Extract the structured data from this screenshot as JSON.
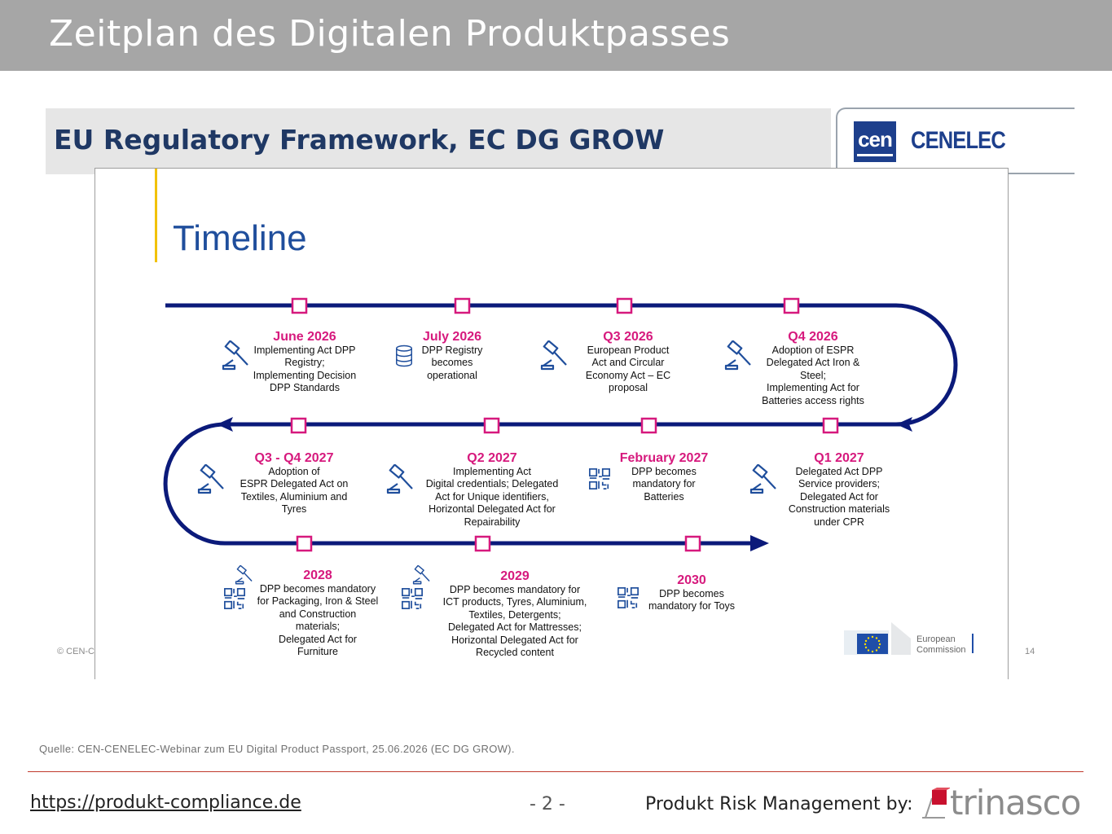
{
  "header": {
    "title": "Zeitplan des Digitalen Produktpasses"
  },
  "framework": {
    "title": "EU Regulatory Framework, EC DG GROW",
    "logo_cen": "cen",
    "logo_cenelec": "CENELEC"
  },
  "slide": {
    "title": "Timeline",
    "copyright": "© CEN-C",
    "page": "14",
    "ec_logo": "European\nCommission",
    "events": [
      {
        "date": "June 2026",
        "text": "Implementing Act DPP\nRegistry;\nImplementing Decision\nDPP Standards",
        "icon": "gavel-icon"
      },
      {
        "date": "July 2026",
        "text": "DPP Registry\nbecomes\noperational",
        "icon": "database-icon"
      },
      {
        "date": "Q3 2026",
        "text": "European Product\nAct and Circular\nEconomy Act – EC\nproposal",
        "icon": "gavel-icon"
      },
      {
        "date": "Q4 2026",
        "text": "Adoption of ESPR\nDelegated Act Iron &\nSteel;\nImplementing Act for\nBatteries access rights",
        "icon": "gavel-icon"
      },
      {
        "date": "Q3 - Q4 2027",
        "text": "Adoption of\nESPR Delegated Act on\nTextiles, Aluminium and\nTyres",
        "icon": "gavel-icon"
      },
      {
        "date": "Q2 2027",
        "text": "Implementing Act\nDigital credentials; Delegated\nAct for Unique identifiers,\nHorizontal Delegated Act for\nRepairability",
        "icon": "gavel-icon"
      },
      {
        "date": "February 2027",
        "text": "DPP becomes\nmandatory for\nBatteries",
        "icon": "qr-code-icon"
      },
      {
        "date": "Q1 2027",
        "text": "Delegated Act DPP\nService providers;\nDelegated Act for\nConstruction materials\nunder CPR",
        "icon": "gavel-icon"
      },
      {
        "date": "2028",
        "text": "DPP becomes mandatory\nfor Packaging, Iron & Steel\nand Construction\nmaterials;\nDelegated Act for\nFurniture",
        "icon": "gavel-qr-icon"
      },
      {
        "date": "2029",
        "text": "DPP becomes mandatory for\nICT products, Tyres, Aluminium,\nTextiles, Detergents;\nDelegated Act for Mattresses;\nHorizontal Delegated Act for\nRecycled content",
        "icon": "gavel-qr-icon"
      },
      {
        "date": "2030",
        "text": "DPP becomes\nmandatory for Toys",
        "icon": "qr-code-icon"
      }
    ]
  },
  "source": "Quelle: CEN-CENELEC-Webinar zum EU Digital Product Passport, 25.06.2026 (EC DG GROW).",
  "footer": {
    "url": "https://produkt-compliance.de",
    "page": "- 2 -",
    "by": "Produkt Risk Management by:",
    "brand": "trinasco"
  },
  "colors": {
    "track": "#0b1a7a",
    "marker": "#d6197d",
    "date": "#d6197d",
    "icon": "#1f4e9c",
    "header": "#a6a6a6"
  }
}
